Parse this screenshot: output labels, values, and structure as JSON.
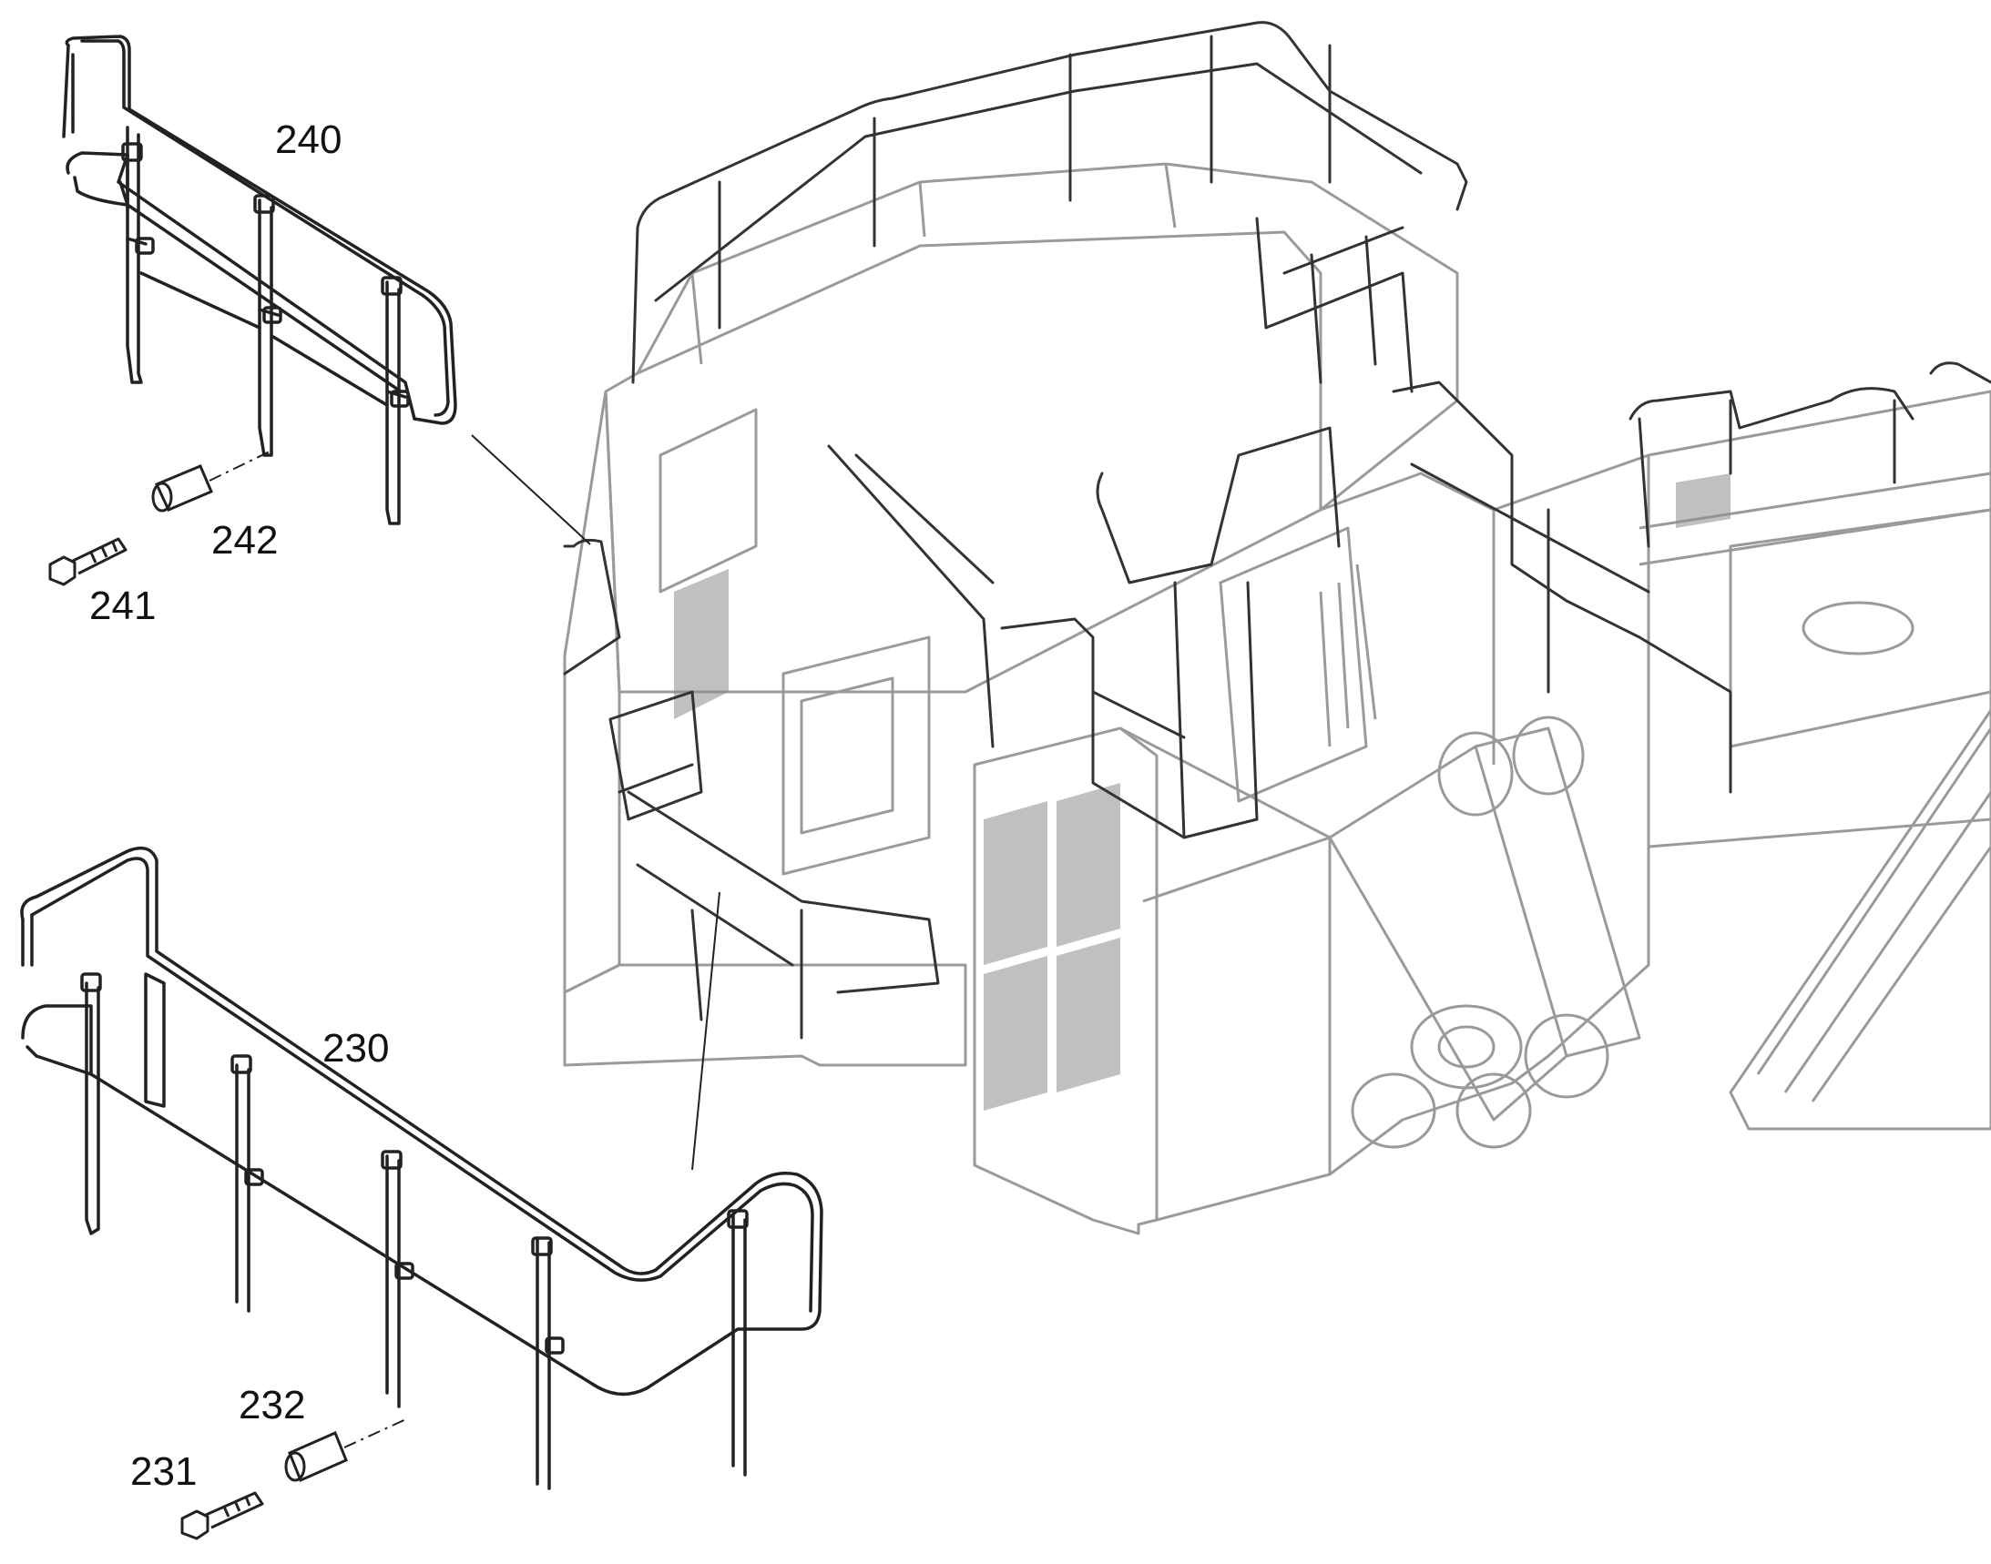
{
  "callouts": {
    "c240": "240",
    "c242": "242",
    "c241": "241",
    "c230": "230",
    "c232": "232",
    "c231": "231"
  },
  "colors": {
    "line": "#222222",
    "machine_line": "#9a9a9a",
    "grille": "#8c8c8c",
    "background": "#ffffff"
  }
}
